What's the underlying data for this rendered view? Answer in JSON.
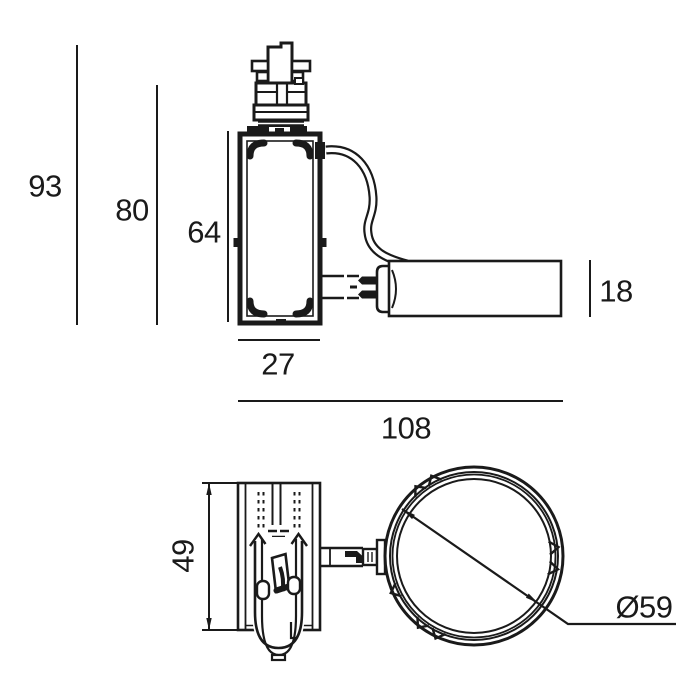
{
  "drawing": {
    "background": "#ffffff",
    "line_color": "#1a1a1a",
    "views": {
      "front": {
        "dims": {
          "overall_height": "93",
          "track_height": "80",
          "body_height": "64",
          "driver_height": "18",
          "body_width": "27",
          "overall_width": "108"
        }
      },
      "top": {
        "dims": {
          "body_depth": "49",
          "head_diameter": "Ø59"
        }
      }
    }
  }
}
